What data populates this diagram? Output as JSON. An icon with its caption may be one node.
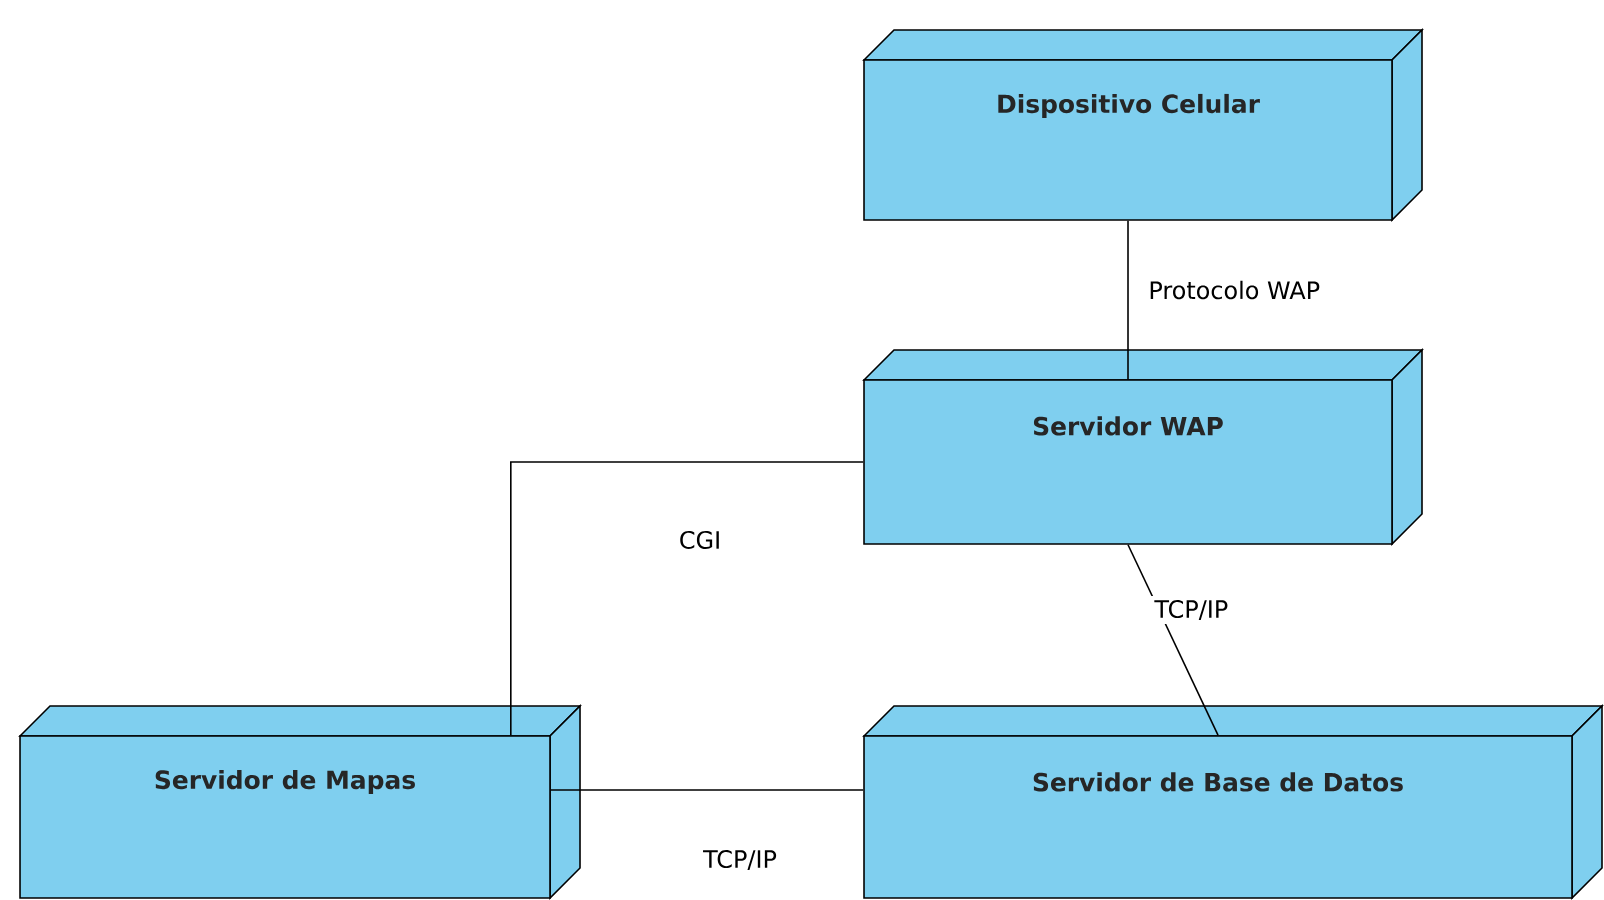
{
  "diagram": {
    "nodes": [
      {
        "text": [
          "Dispositivo Celular"
        ]
      },
      {
        "text": [
          "Servidor WAP"
        ]
      },
      {
        "text": [
          "Servidor de Mapas"
        ]
      },
      {
        "text": [
          "Servidor de Base de Datos"
        ]
      }
    ],
    "edges": [
      {
        "from": 0,
        "to": 1,
        "arrow": "none",
        "label": "Protocolo WAP"
      },
      {
        "from": 1,
        "to": 3,
        "arrow": "none",
        "label": "TCP/IP"
      },
      {
        "from": 1,
        "to": 2,
        "arrow": "none",
        "label": "CGI"
      },
      {
        "from": 2,
        "to": 3,
        "arrow": "none",
        "label": "TCP/IP"
      }
    ]
  }
}
